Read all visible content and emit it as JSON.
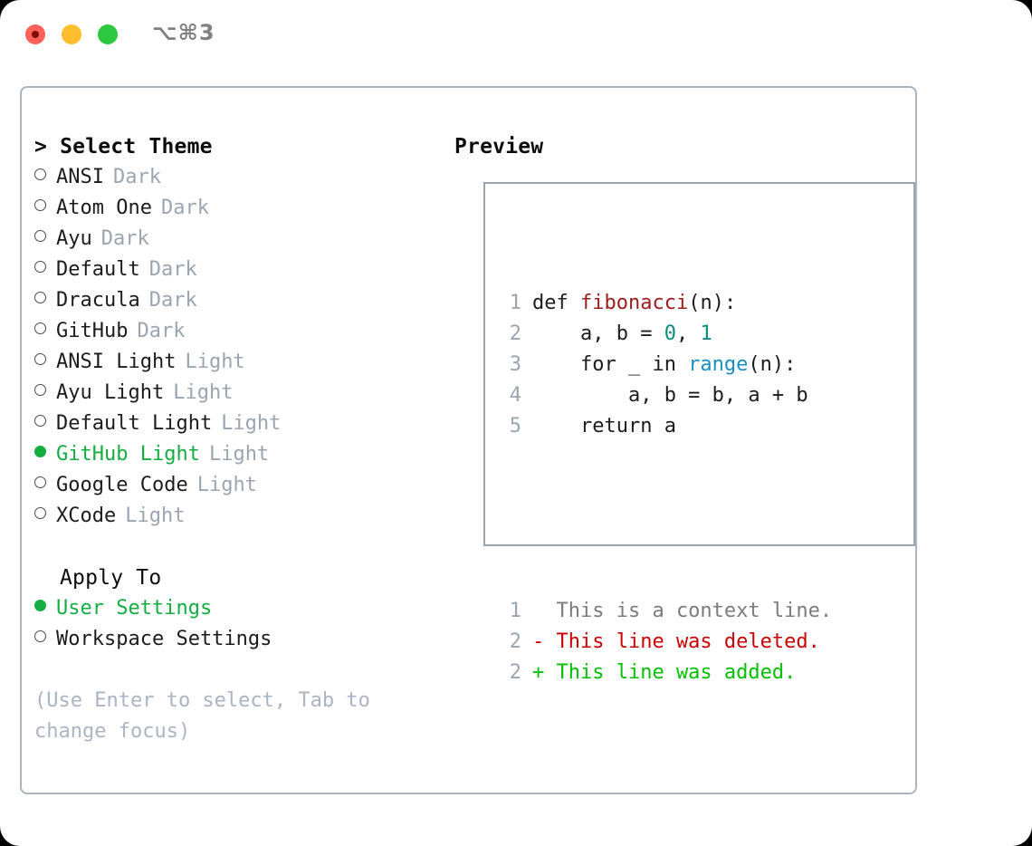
{
  "window": {
    "shortcut": "⌥⌘3",
    "traffic_lights": [
      "close",
      "minimize",
      "maximize"
    ]
  },
  "theme_picker": {
    "header": "> Select Theme",
    "items": [
      {
        "label": "ANSI",
        "tag": "Dark",
        "selected": false
      },
      {
        "label": "Atom One",
        "tag": "Dark",
        "selected": false
      },
      {
        "label": "Ayu",
        "tag": "Dark",
        "selected": false
      },
      {
        "label": "Default",
        "tag": "Dark",
        "selected": false
      },
      {
        "label": "Dracula",
        "tag": "Dark",
        "selected": false
      },
      {
        "label": "GitHub",
        "tag": "Dark",
        "selected": false
      },
      {
        "label": "ANSI Light",
        "tag": "Light",
        "selected": false
      },
      {
        "label": "Ayu Light",
        "tag": "Light",
        "selected": false
      },
      {
        "label": "Default Light",
        "tag": "Light",
        "selected": false
      },
      {
        "label": "GitHub Light",
        "tag": "Light",
        "selected": true
      },
      {
        "label": "Google Code",
        "tag": "Light",
        "selected": false
      },
      {
        "label": "XCode",
        "tag": "Light",
        "selected": false
      }
    ]
  },
  "apply_to": {
    "header": "Apply To",
    "items": [
      {
        "label": "User Settings",
        "selected": true
      },
      {
        "label": "Workspace Settings",
        "selected": false
      }
    ]
  },
  "hint": "(Use Enter to select, Tab to change focus)",
  "preview": {
    "header": "Preview",
    "code_lines": [
      {
        "num": "1",
        "tokens": [
          {
            "t": "def ",
            "c": "plain"
          },
          {
            "t": "fibonacci",
            "c": "fn"
          },
          {
            "t": "(n):",
            "c": "plain"
          }
        ]
      },
      {
        "num": "2",
        "tokens": [
          {
            "t": "    a, b = ",
            "c": "plain"
          },
          {
            "t": "0",
            "c": "num"
          },
          {
            "t": ", ",
            "c": "plain"
          },
          {
            "t": "1",
            "c": "num"
          }
        ]
      },
      {
        "num": "3",
        "tokens": [
          {
            "t": "    for _ in ",
            "c": "plain"
          },
          {
            "t": "range",
            "c": "call"
          },
          {
            "t": "(n):",
            "c": "plain"
          }
        ]
      },
      {
        "num": "4",
        "tokens": [
          {
            "t": "        a, b = b, a + b",
            "c": "plain"
          }
        ]
      },
      {
        "num": "5",
        "tokens": [
          {
            "t": "    return a",
            "c": "plain"
          }
        ]
      }
    ],
    "diff_lines": [
      {
        "num": "1",
        "marker": "  ",
        "text": "This is a context line.",
        "kind": "ctx"
      },
      {
        "num": "2",
        "marker": "- ",
        "text": "This line was deleted.",
        "kind": "del"
      },
      {
        "num": "2",
        "marker": "+ ",
        "text": "This line was added.",
        "kind": "add"
      }
    ]
  },
  "colors": {
    "selected_green": "#14ae40",
    "tag_gray": "#9aa5b1",
    "hint_blue_gray": "#aab4c4",
    "panel_border": "#aab4bf",
    "preview_border": "#9aa5b1",
    "syntax_function": "#9b1c1c",
    "syntax_number": "#0a8a80",
    "syntax_call": "#1a8fc1",
    "diff_deleted": "#cc0000",
    "diff_added": "#00c000",
    "diff_context": "#7c7c7c",
    "light_red": "#ff6159",
    "light_yellow": "#ffbd2e",
    "light_green": "#2bc840"
  }
}
